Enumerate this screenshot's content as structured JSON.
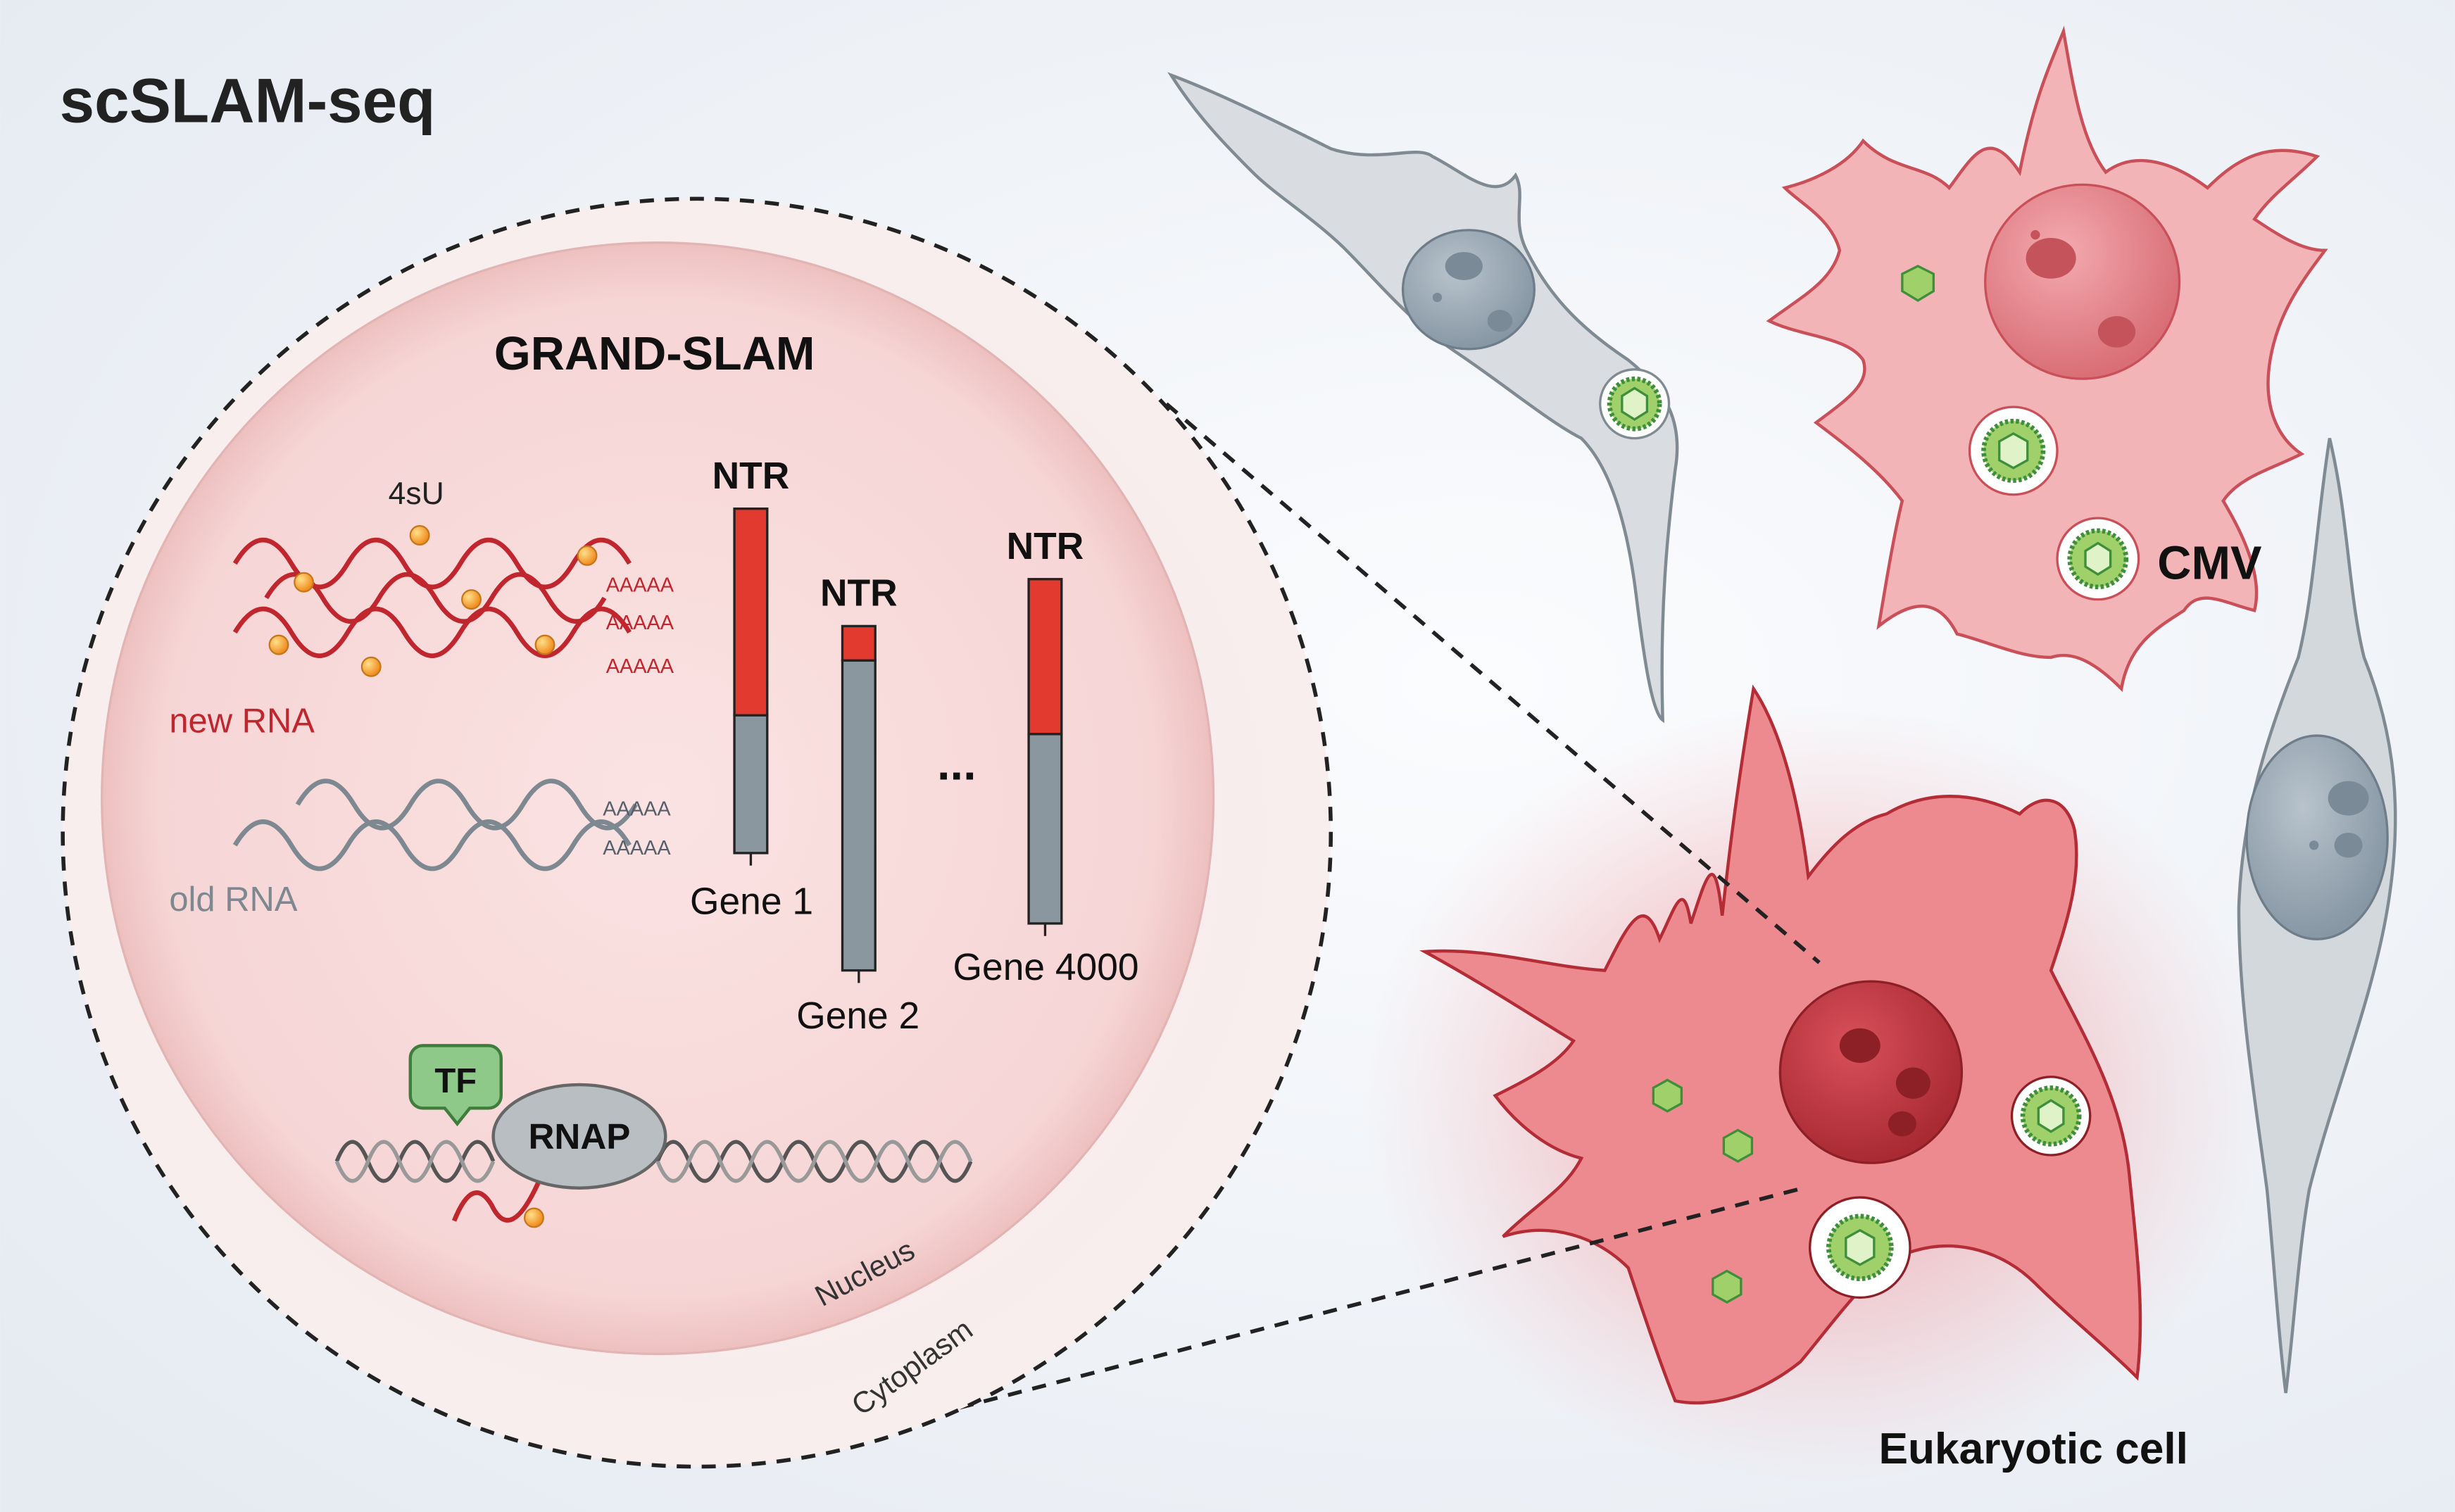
{
  "title": "scSLAM-seq",
  "panel": {
    "title": "GRAND-SLAM",
    "label_4su": "4sU",
    "new_rna": "new RNA",
    "old_rna": "old RNA",
    "poly_a": "AAAAA",
    "nucleus": "Nucleus",
    "cytoplasm": "Cytoplasm",
    "tf": "TF",
    "rnap": "RNAP",
    "ellipsis": "...",
    "ntr_label": "NTR"
  },
  "cells": {
    "cmv_label": "CMV",
    "eukaryotic_label": "Eukaryotic cell"
  },
  "colors": {
    "new_fraction": "#e33a30",
    "old_fraction": "#8a979f",
    "new_rna": "#c0262d",
    "old_rna": "#7d8890",
    "label_4su": "#f5a623",
    "infected_cell": "#e48d92",
    "uninfected_cell": "#c3c9ce",
    "virus": "#7cc242"
  },
  "chart_data": {
    "type": "bar",
    "categories": [
      "Gene 1",
      "Gene 2",
      "Gene 4000"
    ],
    "series": [
      {
        "name": "new RNA",
        "values": [
          0.6,
          0.1,
          0.45
        ]
      },
      {
        "name": "old RNA",
        "values": [
          0.4,
          0.9,
          0.55
        ]
      }
    ],
    "ylabel": "NTR",
    "ylim": [
      0,
      1
    ]
  }
}
